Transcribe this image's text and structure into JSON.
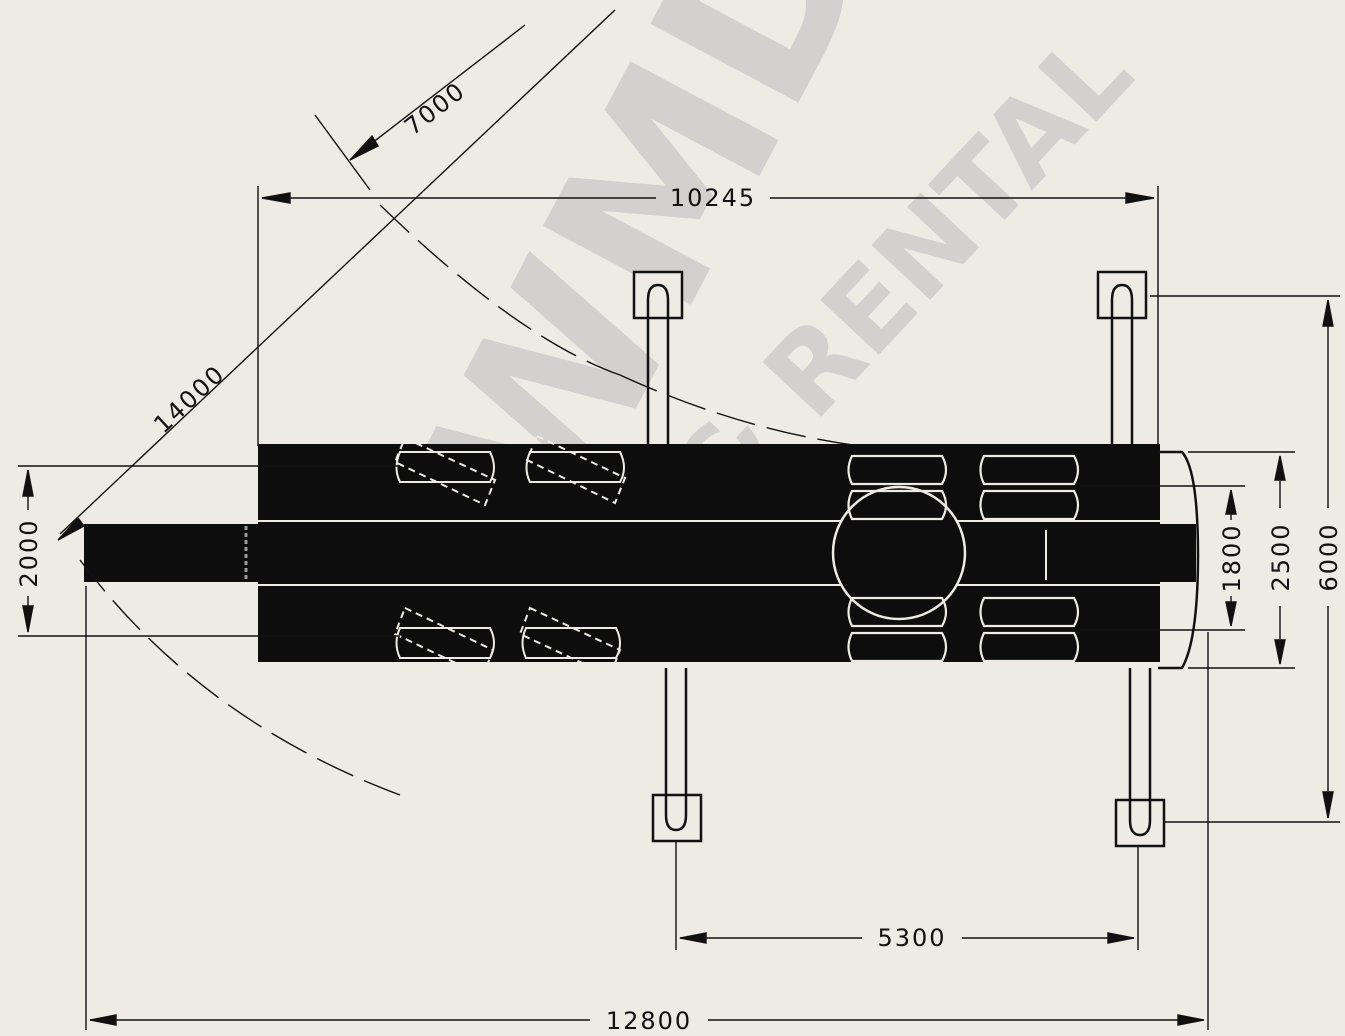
{
  "watermark": {
    "logo_text": "WMD",
    "brand_text": "& RENTAL"
  },
  "dimensions": {
    "boom_radius_inner": "7000",
    "overall_length": "10245",
    "boom_reach": "14000",
    "front_overhang": "2000",
    "track_width": "1800",
    "overall_width": "2500",
    "outrigger_span": "6000",
    "outrigger_base": "5300",
    "total_length": "12800"
  },
  "colors": {
    "body": "#0d0d0d",
    "paper": "#eeebe5",
    "line": "#111111",
    "watermark": "#c9c9c9"
  }
}
